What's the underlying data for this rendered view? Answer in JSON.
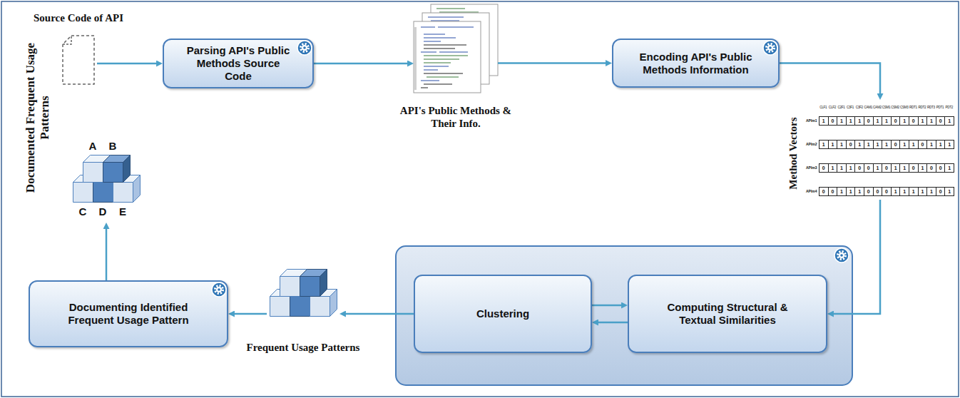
{
  "diagram": {
    "nodes": [
      {
        "text": [
          "Source Code of API"
        ]
      },
      {
        "text": [
          "Parsing API's Public Methods Source Code"
        ]
      },
      {
        "text": [
          "API's Public Methods & Their Info."
        ]
      },
      {
        "text": [
          "Encoding API's Public Methods Information"
        ]
      },
      {
        "text": [
          "Method Vectors"
        ]
      },
      {
        "text": [
          "Clustering"
        ]
      },
      {
        "text": [
          "Computing Structural & Textual Similarities"
        ]
      },
      {
        "text": [
          "Frequent Usage Patterns"
        ]
      },
      {
        "text": [
          "Documenting Identified Frequent Usage Pattern"
        ]
      },
      {
        "text": [
          "Documented Frequent Usage Patterns"
        ]
      }
    ],
    "edges": [
      {
        "from": 0,
        "to": 1,
        "arrow": "to"
      },
      {
        "from": 1,
        "to": 2,
        "arrow": "to"
      },
      {
        "from": 2,
        "to": 3,
        "arrow": "to"
      },
      {
        "from": 3,
        "to": 4,
        "arrow": "to"
      },
      {
        "from": 4,
        "to": 6,
        "arrow": "to"
      },
      {
        "from": 5,
        "to": 6,
        "arrow": "to"
      },
      {
        "from": 6,
        "to": 5,
        "arrow": "to"
      },
      {
        "from": 5,
        "to": 7,
        "arrow": "to"
      },
      {
        "from": 7,
        "to": 8,
        "arrow": "to"
      },
      {
        "from": 8,
        "to": 9,
        "arrow": "to"
      }
    ],
    "labels": [
      "CLF1",
      "CLF2",
      "C2F1",
      "C3F1",
      "C3F2",
      "CAM1",
      "CAM2",
      "CSM1",
      "CSM2",
      "CSM3",
      "RDT1",
      "RDT2",
      "RDT3",
      "PDT1",
      "PDT2",
      "APIm1",
      "1",
      "0",
      "1",
      "1",
      "1",
      "0",
      "1",
      "1",
      "0",
      "1",
      "0",
      "1",
      "1",
      "0",
      "1",
      "APIm2",
      "1",
      "1",
      "1",
      "0",
      "1",
      "1",
      "1",
      "1",
      "0",
      "1",
      "1",
      "0",
      "1",
      "1",
      "1",
      "APIm3",
      "0",
      "1",
      "1",
      "1",
      "0",
      "0",
      "1",
      "0",
      "1",
      "1",
      "0",
      "1",
      "0",
      "0",
      "1",
      "APIm4",
      "0",
      "0",
      "1",
      "1",
      "1",
      "0",
      "0",
      "0",
      "1",
      "1",
      "1",
      "1",
      "1",
      "0",
      "1",
      "A",
      "B",
      "C",
      "D",
      "E"
    ]
  }
}
